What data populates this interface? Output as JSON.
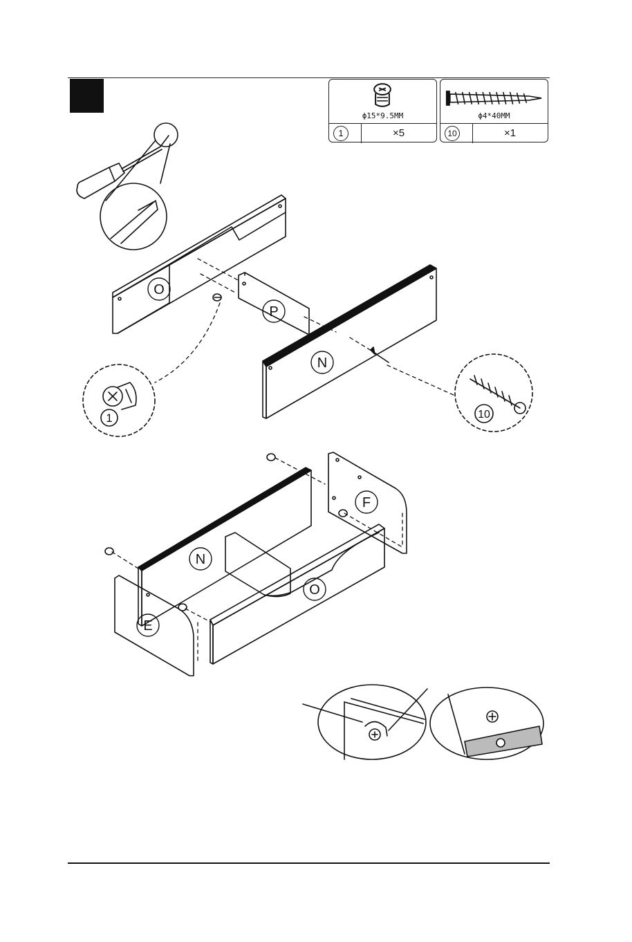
{
  "hardware": [
    {
      "id": "1",
      "spec": "ϕ15*9.5MM",
      "qty": "×5",
      "icon": "cam-lock-icon"
    },
    {
      "id": "10",
      "spec": "ϕ4*40MM",
      "qty": "×1",
      "icon": "screw-icon"
    }
  ],
  "panels": {
    "top_o": "O",
    "p": "P",
    "top_n": "N",
    "bottom_n": "N",
    "f": "F",
    "e": "E",
    "bottom_o": "O"
  },
  "callouts": {
    "cam": "1",
    "screw": "10"
  }
}
